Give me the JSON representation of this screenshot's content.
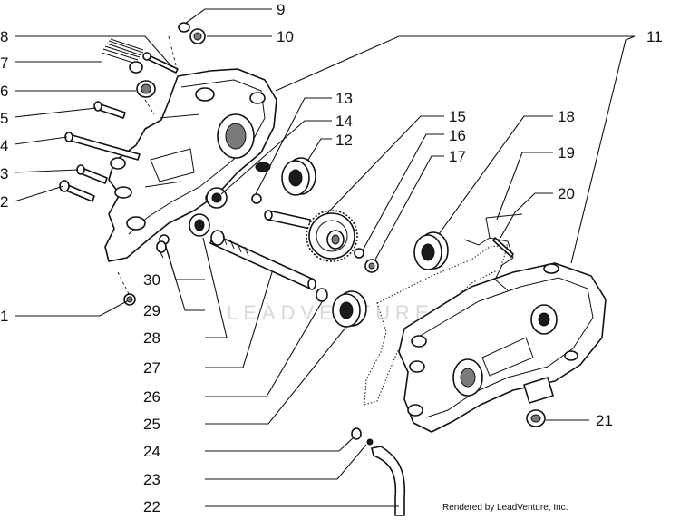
{
  "diagram": {
    "callouts": {
      "c1": "1",
      "c2": "2",
      "c3": "3",
      "c4": "4",
      "c5": "5",
      "c6": "6",
      "c7": "7",
      "c8": "8",
      "c9": "9",
      "c10": "10",
      "c11": "11",
      "c12": "12",
      "c13": "13",
      "c14": "14",
      "c15": "15",
      "c16": "16",
      "c17": "17",
      "c18": "18",
      "c19": "19",
      "c20": "20",
      "c21": "21",
      "c22": "22",
      "c23": "23",
      "c24": "24",
      "c25": "25",
      "c26": "26",
      "c27": "27",
      "c28": "28",
      "c29": "29",
      "c30": "30"
    },
    "watermark": "LEADVENTURE",
    "credit": "Rendered by LeadVenture, Inc."
  }
}
